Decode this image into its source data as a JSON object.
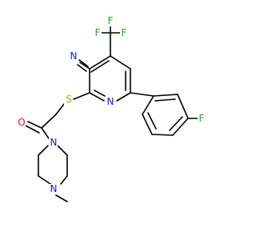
{
  "colors": {
    "carbon": "#000000",
    "nitrogen": "#1414ff",
    "oxygen": "#ff0d0d",
    "sulfur": "#b3a300",
    "fluorine": "#22aa22"
  },
  "labels": {
    "cf3_f_left": "F",
    "cf3_f_right": "F",
    "cf3_f_bottom": "F",
    "nitrile_n": "N",
    "sulfur": "S",
    "pyridine_n": "N",
    "aryl_f": "F",
    "carbonyl_o": "O",
    "piperazine_n1": "N",
    "piperazine_n4": "N"
  }
}
